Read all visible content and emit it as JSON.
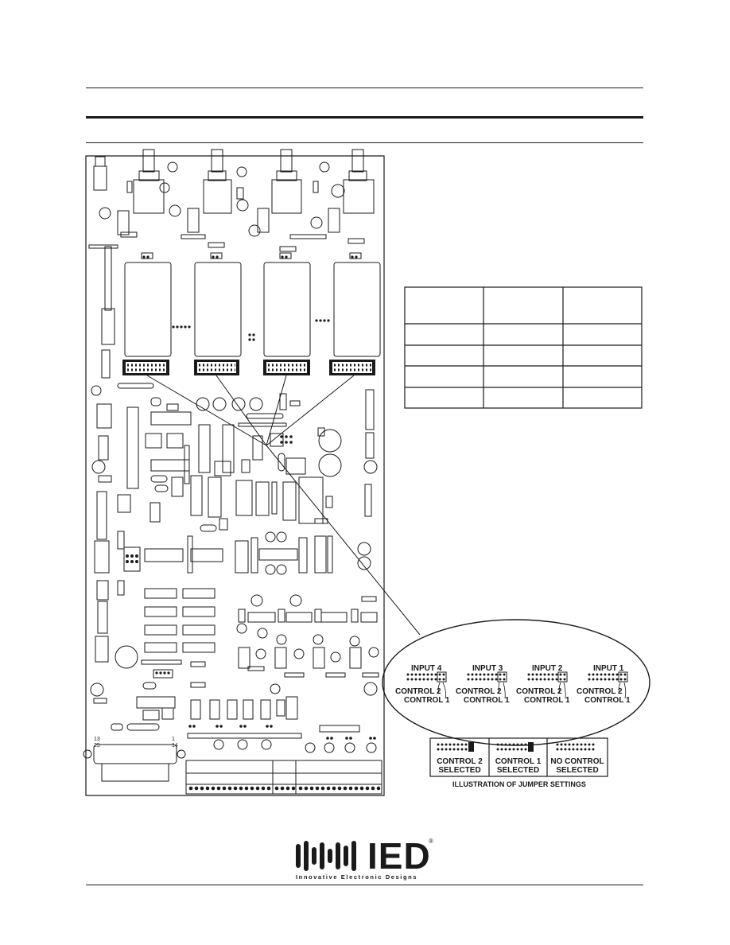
{
  "jumpers": {
    "inputs": [
      {
        "input_label": "INPUT 4",
        "control2_label": "CONTROL 2",
        "control1_label": "CONTROL 1"
      },
      {
        "input_label": "INPUT 3",
        "control2_label": "CONTROL 2",
        "control1_label": "CONTROL 1"
      },
      {
        "input_label": "INPUT 2",
        "control2_label": "CONTROL 2",
        "control1_label": "CONTROL 1"
      },
      {
        "input_label": "INPUT 1",
        "control2_label": "CONTROL 2",
        "control1_label": "CONTROL 1"
      }
    ],
    "settings": [
      {
        "line1": "CONTROL 2",
        "line2": "SELECTED"
      },
      {
        "line1": "CONTROL 1",
        "line2": "SELECTED"
      },
      {
        "line1": "NO CONTROL",
        "line2": "SELECTED"
      }
    ],
    "caption": "ILLUSTRATION OF JUMPER SETTINGS"
  },
  "connector": {
    "pin_13": "13",
    "pin_25": "25",
    "pin_1": "1",
    "pin_14": "14"
  },
  "table": {
    "rows": 5,
    "cols": 3
  },
  "logo": {
    "wordmark": "IED",
    "registered": "®",
    "tagline": "Innovative Electronic Designs"
  }
}
